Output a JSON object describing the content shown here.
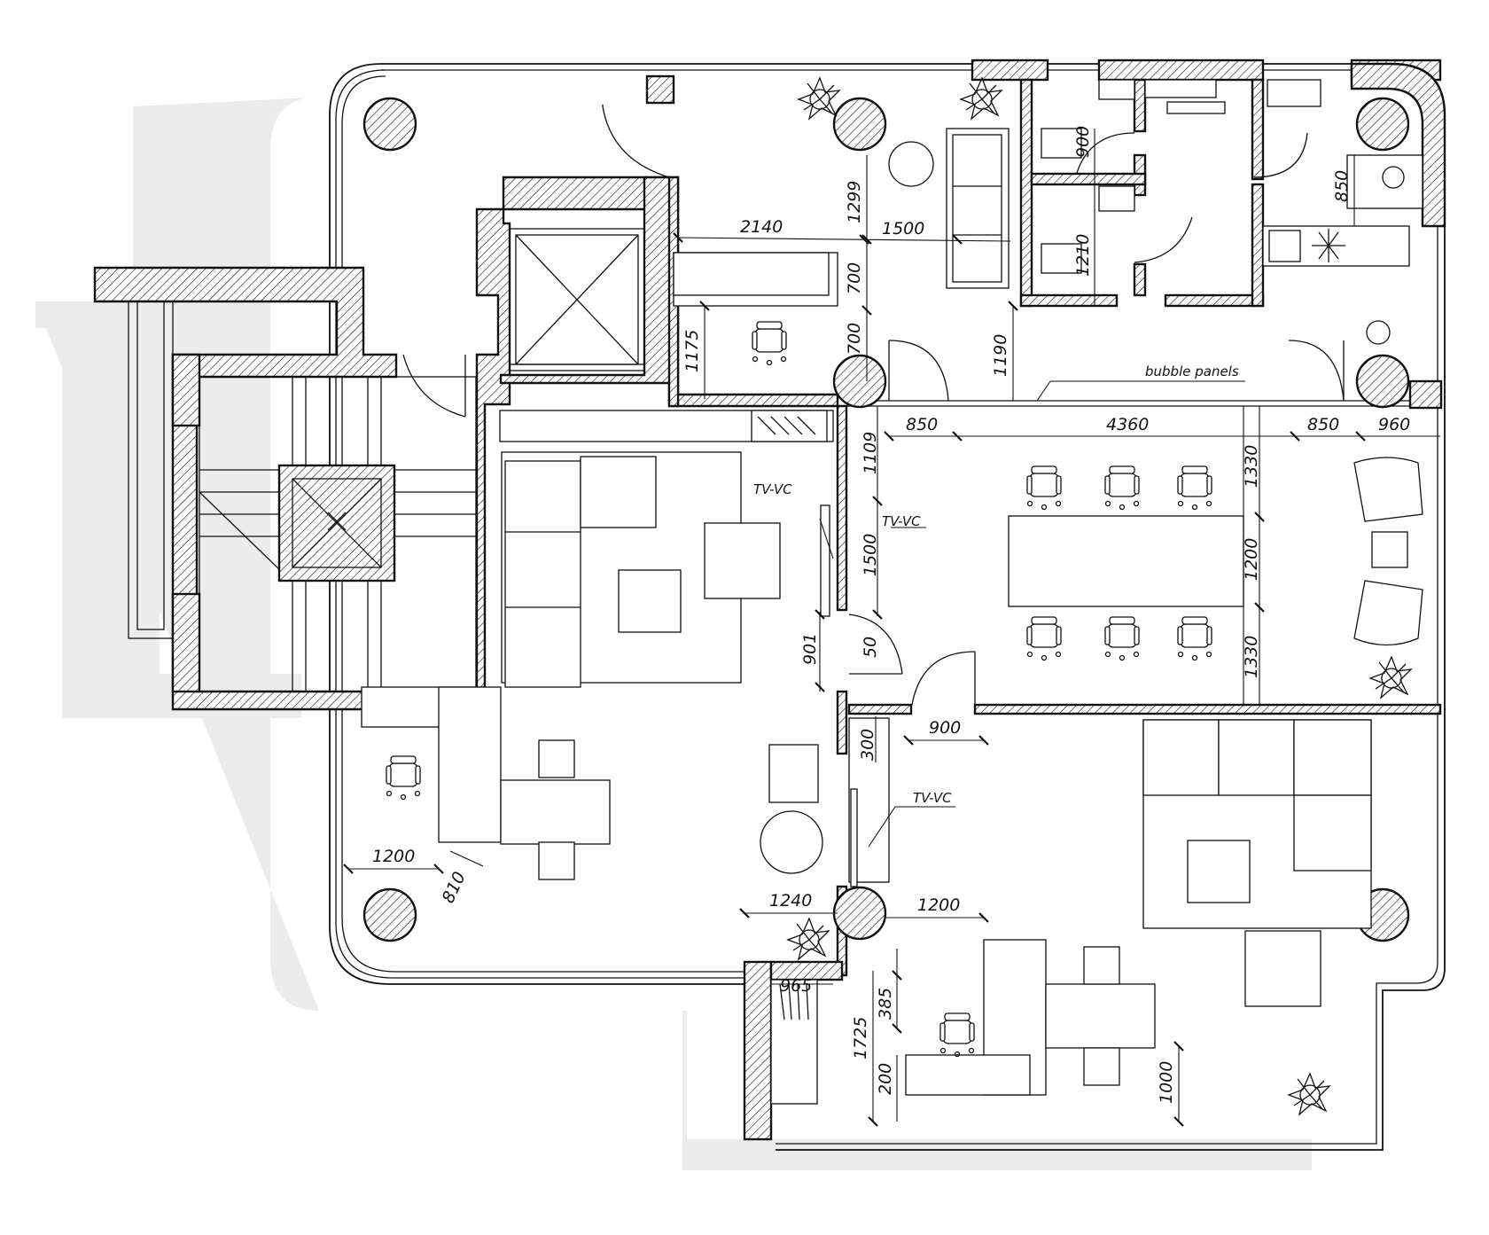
{
  "plan": {
    "dimensions": {
      "d2140": "2140",
      "d1500": "1500",
      "d1299": "1299",
      "d900": "900",
      "d850a": "850",
      "d1210": "1210",
      "d700a": "700",
      "d700b": "700",
      "d1175": "1175",
      "d1190": "1190",
      "d850b": "850",
      "d4360": "4360",
      "d850c": "850",
      "d960": "960",
      "d1109": "1109",
      "d1500v": "1500",
      "d1330a": "1330",
      "d1200v": "1200",
      "d1330b": "1330",
      "d901": "901",
      "d50": "50",
      "d900b": "900",
      "d300": "300",
      "d1200a": "1200",
      "d810": "810",
      "d1240": "1240",
      "d1200b": "1200",
      "d965": "965",
      "d385": "385",
      "d1725": "1725",
      "d200": "200",
      "d1000": "1000"
    },
    "labels": {
      "bubble": "bubble panels",
      "tv1": "TV-VC",
      "tv2": "TV-VC",
      "tv3": "TV-VC"
    }
  }
}
